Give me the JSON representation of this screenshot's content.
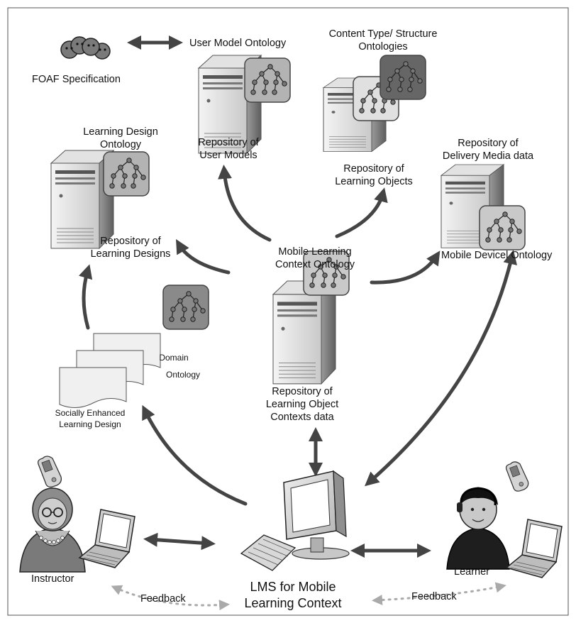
{
  "labels": {
    "foaf": "FOAF Specification",
    "user_model_ontology": "User Model Ontology",
    "content_type_1": "Content Type/ Structure",
    "content_type_2": "Ontologies",
    "repo_user_models_1": "Repository of",
    "repo_user_models_2": "User Models",
    "repo_learning_objects_1": "Repository of",
    "repo_learning_objects_2": "Learning Objects",
    "learning_design_ontology_1": "Learning Design",
    "learning_design_ontology_2": "Ontology",
    "repo_delivery_1": "Repository of",
    "repo_delivery_2": "Delivery Media data",
    "repo_learning_designs_1": "Repository of",
    "repo_learning_designs_2": "Learning Designs",
    "mlc_ontology_1": "Mobile Learning",
    "mlc_ontology_2": "Context Ontology",
    "mobile_device_ontology": "Mobile Devicel Ontology",
    "domain_1": "Domain",
    "domain_2": "Ontology",
    "social_1": "Socially Enhanced",
    "social_2": "Learning Design",
    "repo_contexts_1": "Repository of",
    "repo_contexts_2": "Learning Object",
    "repo_contexts_3": "Contexts data",
    "instructor": "Instructor",
    "learner": "Learner",
    "feedback_left": "Feedback",
    "feedback_right": "Feedback",
    "lms_1": "LMS for Mobile",
    "lms_2": "Learning Context"
  }
}
